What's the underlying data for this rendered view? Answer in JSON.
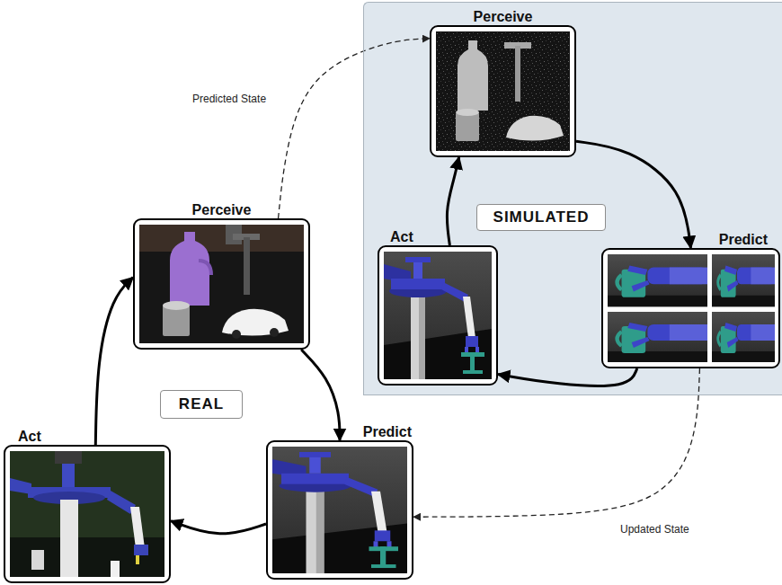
{
  "diagram": {
    "nodes": [
      {
        "text": [
          "SIMULATED"
        ]
      },
      {
        "text": [
          "Perceive"
        ],
        "in": 0
      },
      {
        "text": [
          "Predict"
        ],
        "in": 0
      },
      {
        "text": [
          "Act"
        ],
        "in": 0
      },
      {
        "text": [
          "Perceive"
        ]
      },
      {
        "text": [
          "REAL"
        ]
      },
      {
        "text": [
          "Predict"
        ]
      },
      {
        "text": [
          "Act"
        ]
      }
    ],
    "edges": [
      {
        "from": 4,
        "to": 1,
        "label": "Predicted State",
        "arrow": "to"
      },
      {
        "from": 1,
        "to": 2,
        "arrow": "to"
      },
      {
        "from": 2,
        "to": 3,
        "arrow": "to"
      },
      {
        "from": 3,
        "to": 1,
        "arrow": "to"
      },
      {
        "from": 2,
        "to": 6,
        "label": "Updated State",
        "arrow": "to"
      },
      {
        "from": 4,
        "to": 6,
        "arrow": "to"
      },
      {
        "from": 6,
        "to": 7,
        "arrow": "to"
      },
      {
        "from": 7,
        "to": 4,
        "arrow": "to"
      }
    ]
  }
}
